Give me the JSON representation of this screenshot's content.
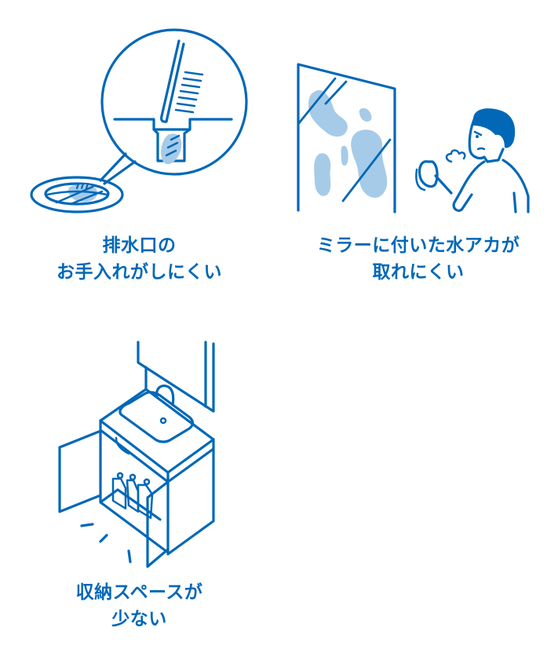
{
  "colors": {
    "primary": "#0068b7",
    "stain": "#a6cbe9",
    "background": "#ffffff"
  },
  "items": [
    {
      "illustration": "drain-brush-icon",
      "caption": {
        "line1": "排水口の",
        "line2": "お手入れがしにくい"
      }
    },
    {
      "illustration": "mirror-water-stain-icon",
      "caption": {
        "line1": "ミラーに付いた水アカが",
        "line2": "取れにくい"
      }
    },
    {
      "illustration": "vanity-storage-icon",
      "caption": {
        "line1": "収納スペースが",
        "line2": "少ない"
      }
    }
  ]
}
